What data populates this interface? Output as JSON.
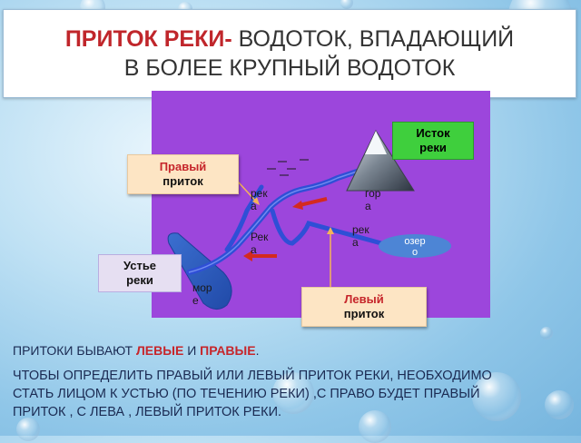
{
  "title": {
    "term": "ПРИТОК РЕКИ-",
    "definition_line1": " ВОДОТОК, ВПАДАЮЩИЙ",
    "definition_line2": "В БОЛЕЕ КРУПНЫЙ ВОДОТОК"
  },
  "diagram": {
    "labels": {
      "istok_line1": "Исток",
      "istok_line2": "реки",
      "right_trib_line1": "Правый",
      "right_trib_line2": "приток",
      "mouth_line1": "Устье",
      "mouth_line2": "реки",
      "left_trib_line1": "Левый",
      "left_trib_line2": "приток"
    },
    "words": {
      "reka1_a": "рек",
      "reka1_b": "а",
      "reka2_a": "Рек",
      "reka2_b": "а",
      "gora_a": "гор",
      "gora_b": "а",
      "reka3_a": "рек",
      "reka3_b": "а",
      "ozero_a": "озер",
      "ozero_b": "о",
      "more_a": "мор",
      "more_b": "е"
    },
    "colors": {
      "panel": "#9c46dc",
      "river": "#2f4fd6",
      "arrow_red": "#d42a1f",
      "label_green": "#3fcf3d",
      "label_peach": "#fde5c4"
    }
  },
  "body": {
    "line1_prefix": "ПРИТОКИ БЫВАЮТ ",
    "line1_left": "ЛЕВЫЕ",
    "line1_mid": " И ",
    "line1_right": "ПРАВЫЕ",
    "line1_suffix": ".",
    "para_line1": "ЧТОБЫ ОПРЕДЕЛИТЬ ПРАВЫЙ ИЛИ ЛЕВЫЙ ПРИТОК РЕКИ, НЕОБХОДИМО",
    "para_line2": "СТАТЬ ЛИЦОМ К УСТЬЮ (ПО ТЕЧЕНИЮ РЕКИ) ,С ПРАВО БУДЕТ ПРАВЫЙ",
    "para_line3": "ПРИТОК , С ЛЕВА , ЛЕВЫЙ ПРИТОК РЕКИ."
  }
}
